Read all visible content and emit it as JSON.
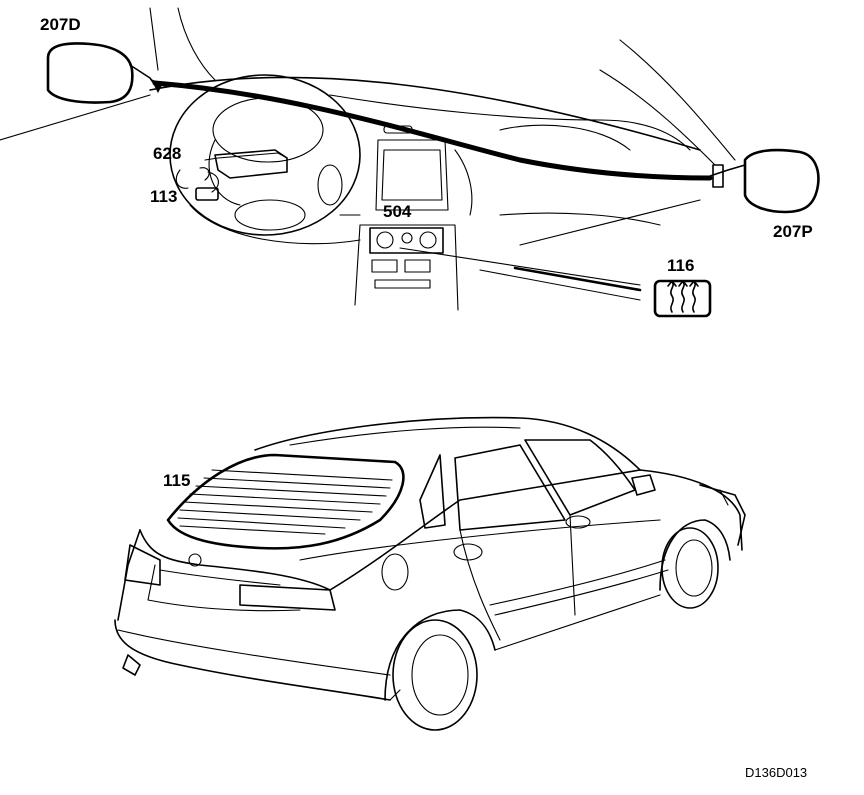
{
  "labels": {
    "mirror_driver": "207D",
    "mirror_passenger": "207P",
    "control_module": "628",
    "switch_113": "113",
    "climate_panel": "504",
    "defrost_switch": "116",
    "rear_window": "115"
  },
  "reference": "D136D013",
  "icons": {
    "defrost_symbol": "rear-defrost-icon"
  }
}
